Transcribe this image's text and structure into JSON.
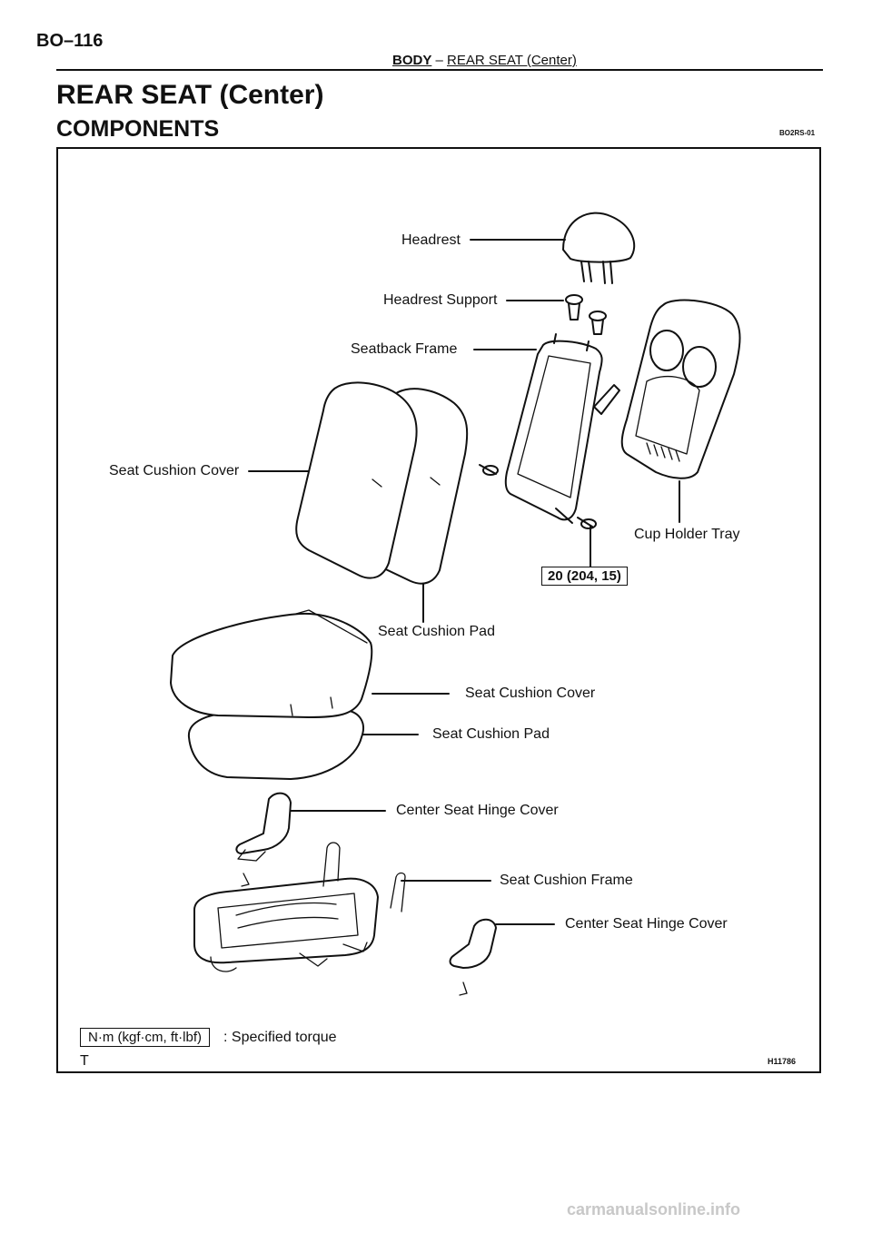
{
  "header": {
    "page_number": "BO–116",
    "section": "BODY",
    "separator": "–",
    "subsection": "REAR SEAT (Center)"
  },
  "title": "REAR SEAT (Center)",
  "subtitle": "COMPONENTS",
  "doc_code": "BO2RS-01",
  "labels": {
    "headrest": "Headrest",
    "headrest_support": "Headrest Support",
    "seatback_frame": "Seatback Frame",
    "seat_cushion_cover_back": "Seat Cushion Cover",
    "cup_holder_tray": "Cup Holder Tray",
    "seat_cushion_pad_back": "Seat Cushion Pad",
    "seat_cushion_cover_bottom": "Seat Cushion Cover",
    "seat_cushion_pad_bottom": "Seat Cushion Pad",
    "center_seat_hinge_cover_left": "Center Seat Hinge Cover",
    "seat_cushion_frame": "Seat Cushion Frame",
    "center_seat_hinge_cover_right": "Center Seat Hinge Cover"
  },
  "torque_spec": "20 (204, 15)",
  "legend": {
    "unit_box": "N·m (kgf·cm, ft·lbf)",
    "text": ": Specified torque"
  },
  "corner_mark": "T",
  "figure_id": "H11786",
  "watermark": "carmanualsonline.info"
}
